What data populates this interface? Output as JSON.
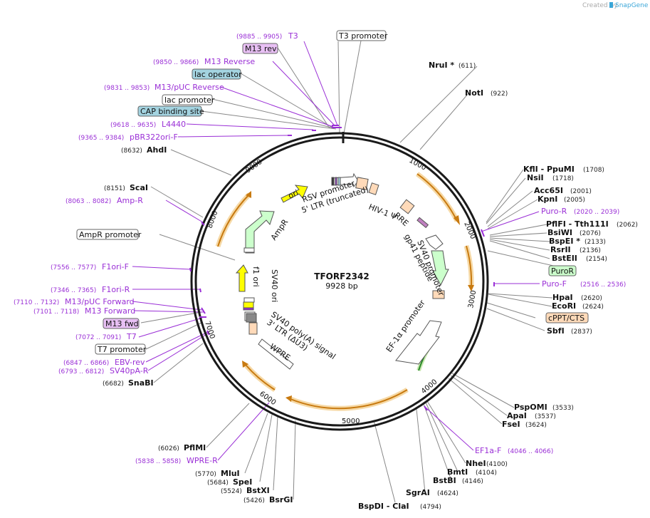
{
  "branding": {
    "created_by": "Created by",
    "app_name": "SnapGene"
  },
  "map": {
    "name": "TFORF2342",
    "length_label": "9928 bp"
  },
  "ticks": [
    "1000",
    "2000",
    "3000",
    "4000",
    "5000",
    "6000",
    "7000",
    "8000",
    "9000"
  ],
  "sites": [
    {
      "name": "NruI *",
      "pos": "(611)"
    },
    {
      "name": "NotI",
      "pos": "(922)"
    },
    {
      "name": "KflI - PpuMI",
      "pos": "(1708)"
    },
    {
      "name": "NsiI",
      "pos": "(1718)"
    },
    {
      "name": "Acc65I",
      "pos": "(2001)"
    },
    {
      "name": "KpnI",
      "pos": "(2005)"
    },
    {
      "name": "PflFI - Tth111I",
      "pos": "(2062)"
    },
    {
      "name": "BsiWI",
      "pos": "(2076)"
    },
    {
      "name": "BspEI *",
      "pos": "(2133)"
    },
    {
      "name": "RsrII",
      "pos": "(2136)"
    },
    {
      "name": "BstEII",
      "pos": "(2154)"
    },
    {
      "name": "HpaI",
      "pos": "(2620)"
    },
    {
      "name": "EcoRI",
      "pos": "(2624)"
    },
    {
      "name": "SbfI",
      "pos": "(2837)"
    },
    {
      "name": "PspOMI",
      "pos": "(3533)"
    },
    {
      "name": "ApaI",
      "pos": "(3537)"
    },
    {
      "name": "FseI",
      "pos": "(3624)"
    },
    {
      "name": "NheI",
      "pos": "(4100)"
    },
    {
      "name": "BmtI",
      "pos": "(4104)"
    },
    {
      "name": "BstBI",
      "pos": "(4146)"
    },
    {
      "name": "SgrAI",
      "pos": "(4624)"
    },
    {
      "name": "BspDI - ClaI",
      "pos": "(4794)"
    },
    {
      "name": "BsrGI",
      "pos": "(5426)"
    },
    {
      "name": "BstXI",
      "pos": "(5524)"
    },
    {
      "name": "SpeI",
      "pos": "(5684)"
    },
    {
      "name": "MluI",
      "pos": "(5770)"
    },
    {
      "name": "PflMI",
      "pos": "(6026)"
    },
    {
      "name": "SnaBI",
      "pos": "(6682)"
    },
    {
      "name": "ScaI",
      "pos": "(8151)"
    },
    {
      "name": "AhdI",
      "pos": "(8632)"
    }
  ],
  "primers": [
    {
      "name": "T3",
      "pos": "(9885 .. 9905)"
    },
    {
      "name": "M13 Reverse",
      "pos": "(9850 .. 9866)"
    },
    {
      "name": "M13/pUC Reverse",
      "pos": "(9831 .. 9853)"
    },
    {
      "name": "L4440",
      "pos": "(9618 .. 9635)"
    },
    {
      "name": "pBR322ori-F",
      "pos": "(9365 .. 9384)"
    },
    {
      "name": "Amp-R",
      "pos": "(8063 .. 8082)"
    },
    {
      "name": "F1ori-F",
      "pos": "(7556 .. 7577)"
    },
    {
      "name": "F1ori-R",
      "pos": "(7346 .. 7365)"
    },
    {
      "name": "M13/pUC Forward",
      "pos": "(7110 .. 7132)"
    },
    {
      "name": "M13 Forward",
      "pos": "(7101 .. 7118)"
    },
    {
      "name": "T7",
      "pos": "(7072 .. 7091)"
    },
    {
      "name": "EBV-rev",
      "pos": "(6847 .. 6866)"
    },
    {
      "name": "SV40pA-R",
      "pos": "(6793 .. 6812)"
    },
    {
      "name": "WPRE-R",
      "pos": "(5838 .. 5858)"
    },
    {
      "name": "Puro-R",
      "pos": "(2020 .. 2039)"
    },
    {
      "name": "Puro-F",
      "pos": "(2516 .. 2536)"
    },
    {
      "name": "EF1a-F",
      "pos": "(4046 .. 4066)"
    }
  ],
  "boxed_labels": [
    {
      "text": "T3 promoter"
    },
    {
      "text": "M13 rev"
    },
    {
      "text": "lac operator"
    },
    {
      "text": "lac promoter"
    },
    {
      "text": "CAP binding site"
    },
    {
      "text": "AmpR promoter"
    },
    {
      "text": "M13 fwd"
    },
    {
      "text": "T7 promoter"
    },
    {
      "text": "PuroR"
    },
    {
      "text": "cPPT/CTS"
    }
  ],
  "features": [
    {
      "text": "ori"
    },
    {
      "text": "AmpR"
    },
    {
      "text": "RSV promoter"
    },
    {
      "text": "5' LTR (truncated)"
    },
    {
      "text": "HIV-1 Ψ"
    },
    {
      "text": "RRE"
    },
    {
      "text": "gp41 peptide"
    },
    {
      "text": "SV40 promoter"
    },
    {
      "text": "EF-1α promoter"
    },
    {
      "text": "SV40 ori"
    },
    {
      "text": "f1 ori"
    },
    {
      "text": "SV40 poly(A) signal"
    },
    {
      "text": "3' LTR (ΔU3)"
    },
    {
      "text": "WPRE"
    }
  ],
  "colors": {
    "backbone": "#1a1a1a",
    "primer": "#9a2fd6",
    "orf_arrow": "#c87a10",
    "orf_glow": "#f6d9a6",
    "ori_fill": "#ffff00",
    "ampr_fill": "#ccffcc",
    "promoter_fill": "#ffffff",
    "ltr_fill": "#ffdab9",
    "lac_box": "#a3d3e0",
    "m13_box": "#e8c0f4",
    "puror_box": "#ccffcc",
    "cppt_box": "#ffdab9"
  }
}
